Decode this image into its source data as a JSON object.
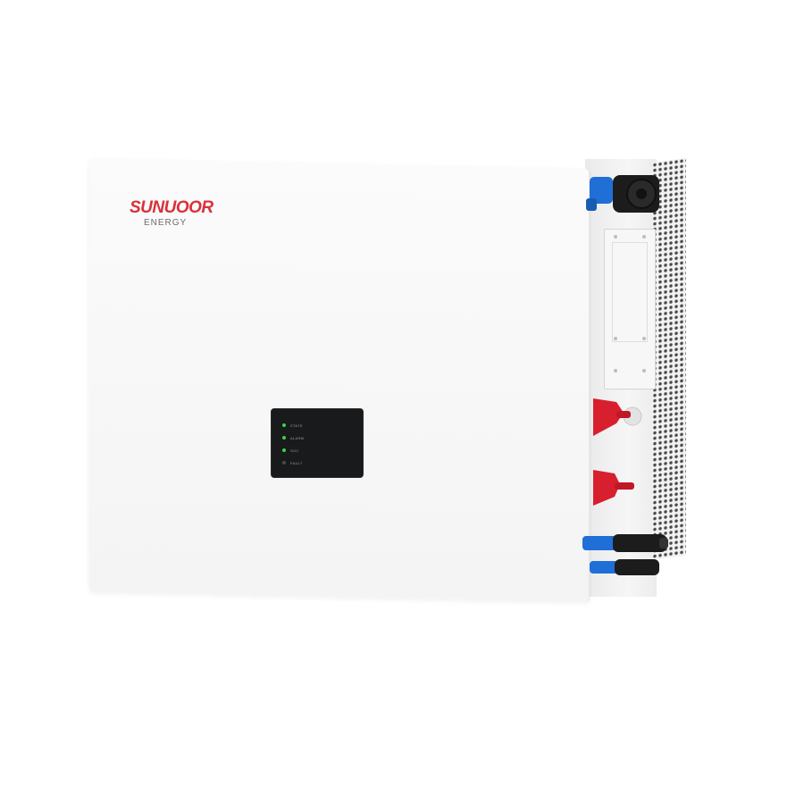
{
  "product": {
    "brand_name": "SUNUOOR",
    "brand_sub": "ENERGY",
    "led_indicators": [
      {
        "label": "STATE",
        "color": "#3fd14a"
      },
      {
        "label": "ALARM",
        "color": "#3fd14a"
      },
      {
        "label": "SOC",
        "color": "#3fd14a"
      },
      {
        "label": "FAULT",
        "color": "#4a4a4a"
      }
    ]
  },
  "colors": {
    "brand_red": "#d8313a",
    "terminal_red": "#d81f2e",
    "connector_blue": "#1f6fd6",
    "connector_black": "#1c1c1c"
  }
}
